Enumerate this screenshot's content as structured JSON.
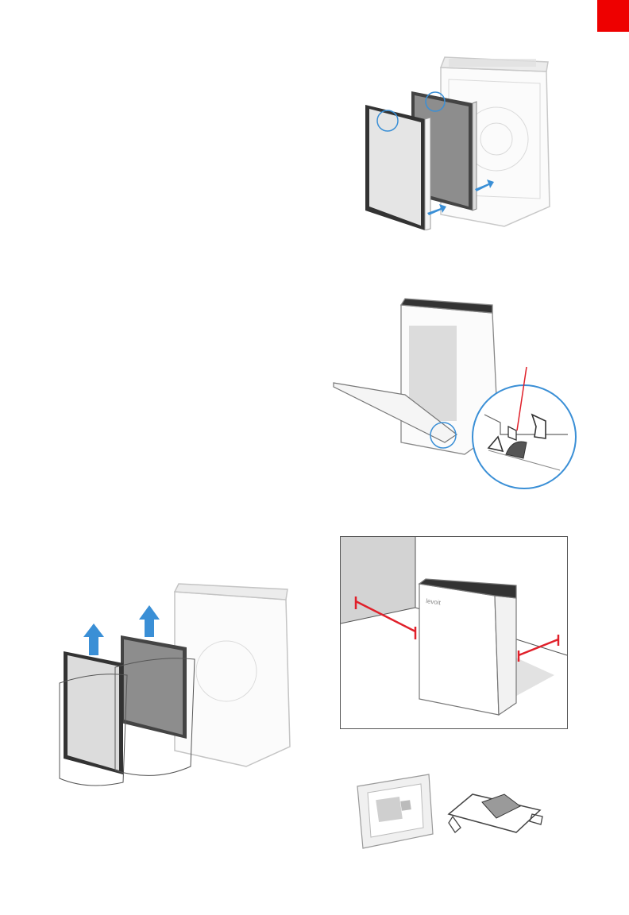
{
  "page": {
    "tab_color": "#ee0000",
    "accent_blue": "#3a8fd6",
    "accent_red": "#e0202a",
    "line_color": "#555555"
  },
  "figures": {
    "fig1": {
      "icon": "filter-insertion-illustration"
    },
    "fig2": {
      "icon": "sensor-door-detail-illustration"
    },
    "fig3": {
      "icon": "filter-unpacking-illustration"
    },
    "fig4": {
      "icon": "placement-clearance-illustration",
      "brand": "levoit"
    },
    "fig5": {
      "icon": "sensor-cover-illustration"
    }
  }
}
